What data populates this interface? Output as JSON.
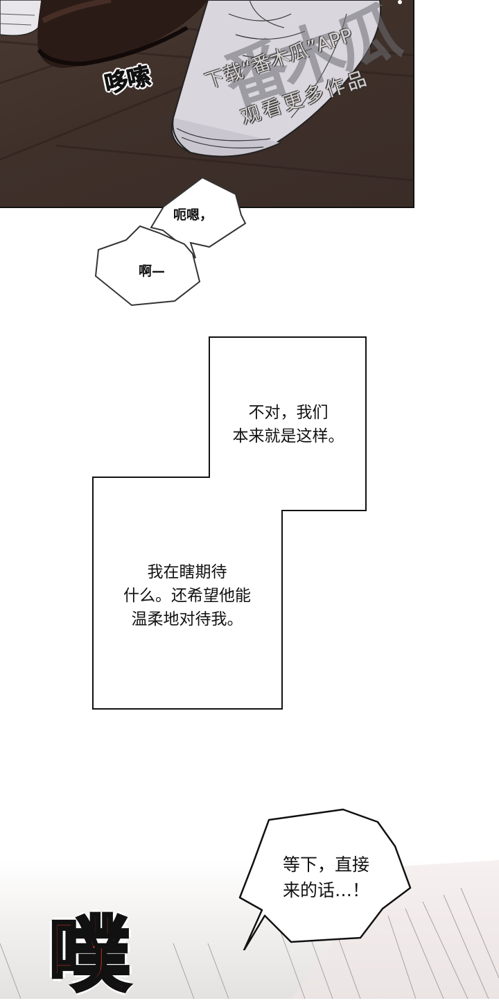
{
  "page": {
    "type": "webtoon-strip",
    "background": "#ffffff"
  },
  "panel_top": {
    "description": "close-up of a dark brown leather shoe and a white sneaker on a wooden floor",
    "floor_color": "#3f302a",
    "sfx": "哆嗦",
    "watermark": {
      "logo_text": "番木瓜",
      "line1": "下载“番木瓜”APP",
      "line2": "观看更多作品"
    }
  },
  "thought_bubbles": [
    {
      "text": "呃嗯，"
    },
    {
      "text": "啊—"
    }
  ],
  "narration_boxes": [
    {
      "lines": [
        "不对，我们",
        "本来就是这样。"
      ]
    },
    {
      "lines": [
        "我在瞎期待",
        "什么。还希望他能",
        "温柔地对待我。"
      ]
    }
  ],
  "speech_bubble": {
    "lines": [
      "等下，直接",
      "来的话…！"
    ]
  },
  "panel_bottom": {
    "sfx": "噗",
    "sfx_color": "#e8392b"
  }
}
